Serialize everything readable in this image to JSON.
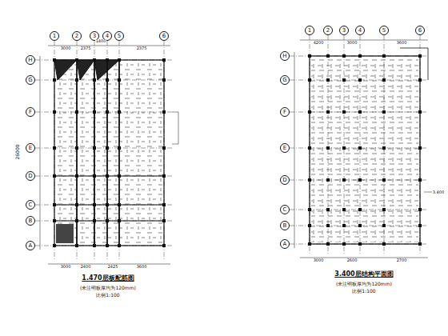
{
  "diagram": {
    "nodes": [
      {
        "text": [
          "1"
        ]
      },
      {
        "text": [
          "2"
        ]
      },
      {
        "text": [
          "3"
        ]
      },
      {
        "text": [
          "4"
        ]
      },
      {
        "text": [
          "5"
        ]
      },
      {
        "text": [
          "6"
        ]
      },
      {
        "text": [
          "H"
        ]
      },
      {
        "text": [
          "G"
        ]
      },
      {
        "text": [
          "F"
        ]
      },
      {
        "text": [
          "E"
        ]
      },
      {
        "text": [
          "D"
        ]
      },
      {
        "text": [
          "C"
        ]
      },
      {
        "text": [
          "B"
        ]
      },
      {
        "text": [
          "A"
        ]
      },
      {
        "text": [
          "1"
        ]
      },
      {
        "text": [
          "2"
        ]
      },
      {
        "text": [
          "3"
        ]
      },
      {
        "text": [
          "4"
        ]
      },
      {
        "text": [
          "5"
        ]
      },
      {
        "text": [
          "6"
        ]
      },
      {
        "text": [
          "H"
        ]
      },
      {
        "text": [
          "G"
        ]
      },
      {
        "text": [
          "F"
        ]
      },
      {
        "text": [
          "E"
        ]
      },
      {
        "text": [
          "D"
        ]
      },
      {
        "text": [
          "C"
        ]
      },
      {
        "text": [
          "B"
        ]
      },
      {
        "text": [
          "A"
        ]
      }
    ],
    "edges": [],
    "labels": [
      "1.470层板配筋图",
      "(未注明板厚均为120mm)",
      "比例1:100",
      "3.400层结构平面图",
      "(未注明板厚均为120mm)",
      "比例1:100",
      "3000",
      "2375",
      "1400",
      "2375",
      "3000",
      "2400",
      "2425",
      "3600",
      "26000",
      "4200",
      "3000",
      "3600",
      "3000",
      "2600",
      "2700",
      "3.400"
    ]
  }
}
